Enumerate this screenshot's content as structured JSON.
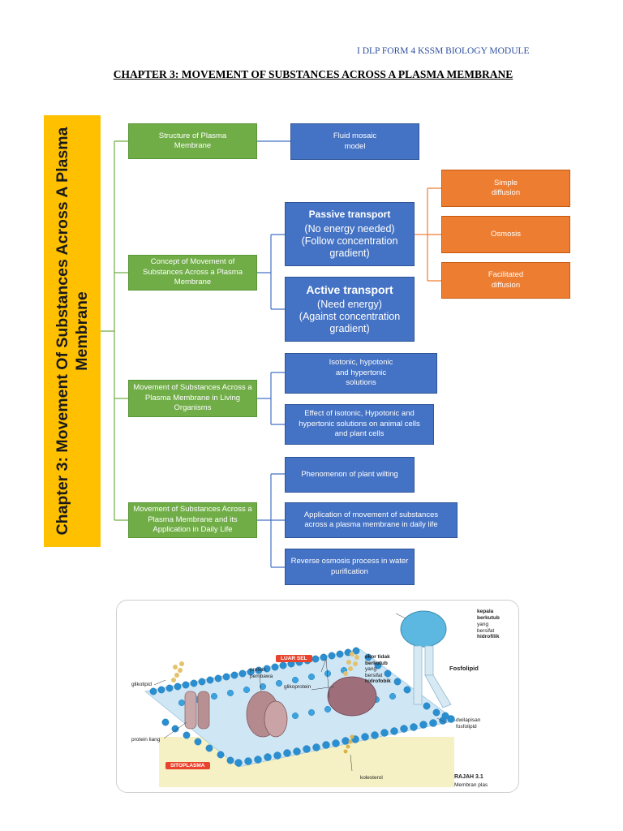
{
  "header": {
    "module": "I DLP FORM 4 KSSM BIOLOGY MODULE",
    "chapter_title": "CHAPTER 3: MOVEMENT OF SUBSTANCES ACROSS A PLASMA MEMBRANE"
  },
  "spine": {
    "title": "Chapter 3: Movement Of Substances Across A Plasma\nMembrane"
  },
  "map": {
    "structure": {
      "label": [
        "Structure of Plasma",
        "Membrane"
      ],
      "model": [
        "Fluid mosaic",
        "model"
      ]
    },
    "concept": {
      "label": [
        "Concept of Movement of",
        "Substances Across a Plasma",
        "Membrane"
      ],
      "passive": {
        "title": "Passive transport",
        "lines": [
          "(No energy needed)",
          "(Follow concentration",
          "gradient)"
        ]
      },
      "active": {
        "title": "Active transport",
        "lines": [
          "(Need energy)",
          "(Against concentration",
          "gradient)"
        ]
      },
      "passive_types": [
        [
          "Simple",
          "diffusion"
        ],
        [
          "Osmosis"
        ],
        [
          "Facilitated",
          "diffusion"
        ]
      ]
    },
    "living": {
      "label": [
        "Movement of Substances Across a",
        "Plasma Membrane in Living",
        "Organisms"
      ],
      "items": [
        [
          "Isotonic, hypotonic",
          "and hypertonic",
          "solutions"
        ],
        [
          "Effect of isotonic, Hypotonic and",
          "hypertonic solutions on animal cells",
          "and plant cells"
        ]
      ]
    },
    "daily": {
      "label": [
        "Movement of Substances Across a",
        "Plasma Membrane and its",
        "Application in Daily Life"
      ],
      "items": [
        [
          "Phenomenon of plant wilting"
        ],
        [
          "Application of movement of substances",
          "across a plasma membrane in daily life"
        ],
        [
          "Reverse osmosis process in water",
          "purification"
        ]
      ]
    }
  },
  "figure": {
    "tag_outside": "LUAR SEL",
    "tag_inside": "SITOPLASMA",
    "labels": {
      "glikolipid": "glikolipid",
      "protein_pembawa": "protein\npembawa",
      "glikoprotein": "glikoprotein",
      "protein_liang": "protein liang",
      "kolesterol": "kolesterol",
      "kepala": "kepala",
      "kepala_sub": "berkutub",
      "kepala_detail": "yang\nbersifat",
      "kepala_end": "hidrofilik",
      "ekor": "ekor tidak\nberkutub",
      "ekor_detail": "yang\nbersifat",
      "ekor_end": "hidrofobik",
      "fosfolipid": "Fosfolipid",
      "dwilapisan": "dwilapisan\nfosfolipid"
    },
    "caption": "RAJAH 3.1",
    "caption_sub": "Membran plas"
  },
  "colors": {
    "green": "#70ad47",
    "blue": "#4472c4",
    "orange": "#ed7d31",
    "spine": "#ffc000",
    "connector_green": "#70ad47",
    "connector_blue": "#4472c4",
    "connector_orange": "#ed7d31"
  }
}
